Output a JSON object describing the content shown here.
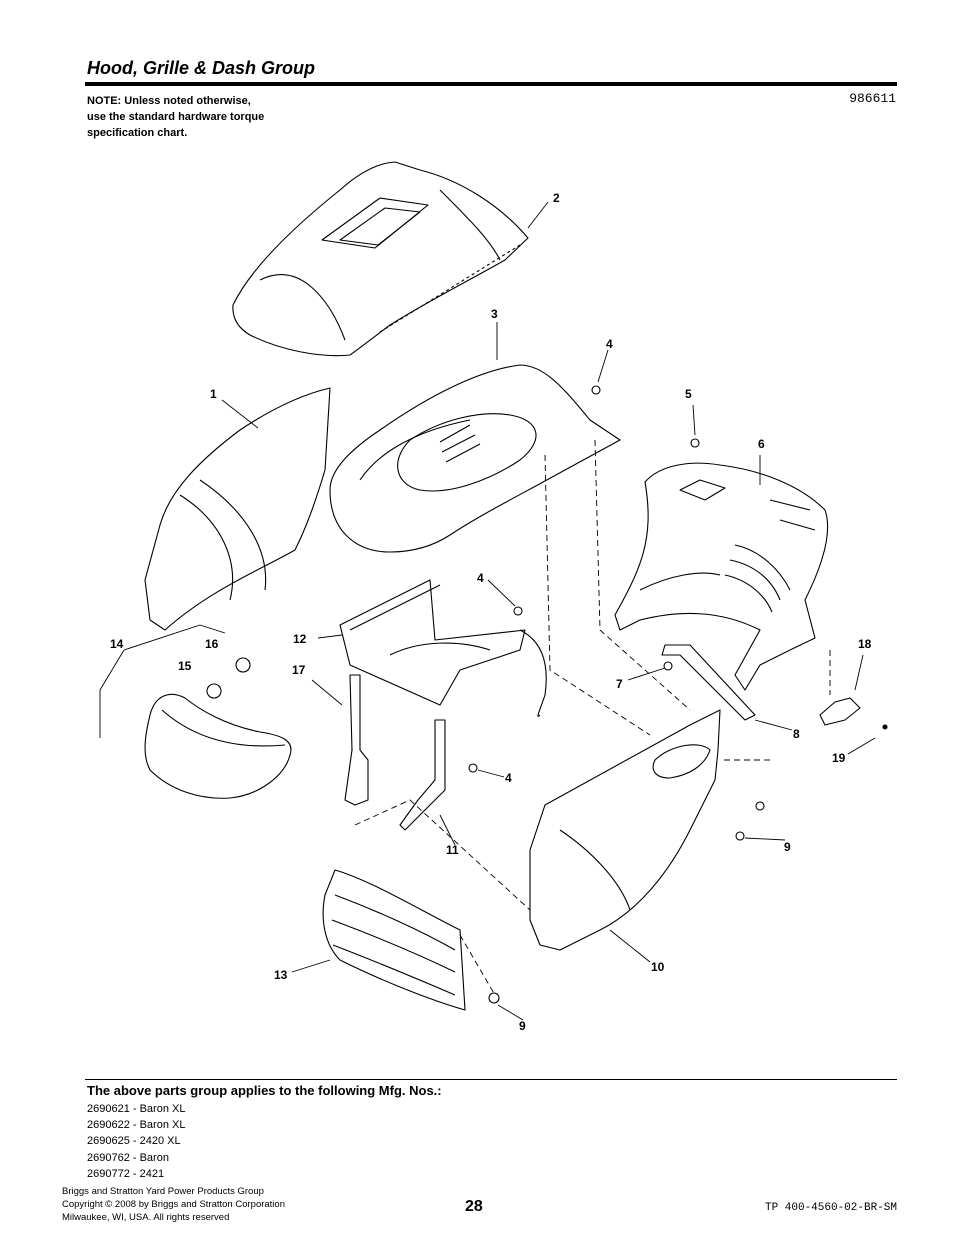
{
  "header": {
    "title": "Hood, Grille & Dash Group",
    "note_lines": [
      "NOTE: Unless noted otherwise,",
      "use the standard hardware torque",
      "specification chart."
    ],
    "diagram_number": "986611"
  },
  "callouts": [
    "1",
    "2",
    "3",
    "4",
    "4",
    "4",
    "5",
    "6",
    "7",
    "8",
    "9",
    "9",
    "10",
    "11",
    "12",
    "13",
    "14",
    "15",
    "16",
    "17",
    "18",
    "19"
  ],
  "applies": {
    "heading": "The above parts group applies to the following Mfg. Nos.:",
    "models": [
      "2690621 - Baron XL",
      "2690622 - Baron XL",
      "2690625 - 2420 XL",
      "2690762 - Baron",
      "2690772 - 2421"
    ]
  },
  "footer": {
    "company_lines": [
      "Briggs and Stratton Yard Power Products Group",
      "Copyright ©  2008 by Briggs and Stratton Corporation",
      "Milwaukee, WI, USA. All rights reserved"
    ],
    "page_number": "28",
    "doc_number": "TP 400-4560-02-BR-SM"
  }
}
